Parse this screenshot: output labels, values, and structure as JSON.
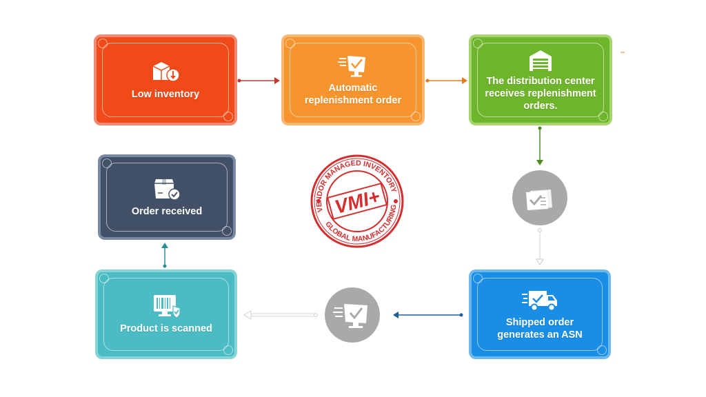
{
  "steps": {
    "low_inventory": "Low inventory",
    "automatic_order_line1": "Automatic",
    "automatic_order_line2": "replenishment order",
    "dc_line1": "The distribution center",
    "dc_line2": "receives replenishment",
    "dc_line3": "orders.",
    "shipped_line1": "Shipped order",
    "shipped_line2": "generates an ASN",
    "scanned": "Product is scanned",
    "received": "Order received"
  },
  "stamp": {
    "top_text": "VENDOR MANAGED INVENTORY",
    "center_text": "VMI+",
    "bottom_text": "GLOBAL MANUFACTURING"
  },
  "colors": {
    "low_inventory": "#f04a19",
    "automatic_order": "#f6942d",
    "distribution_center": "#6fb52b",
    "shipped_order": "#1a8ee4",
    "product_scanned": "#4bbcc3",
    "order_received": "#435168",
    "process_circle": "#a9a9a9",
    "stamp": "#d42d2d"
  },
  "icons": {
    "low_inventory": "box-down-arrow-icon",
    "automatic_order": "monitor-check-icon",
    "distribution_center": "warehouse-icon",
    "shipped_order": "delivery-truck-icon",
    "product_scanned": "barcode-scanner-icon",
    "order_received": "box-check-icon",
    "process_top": "document-check-icon",
    "process_bottom": "monitor-check-icon"
  }
}
